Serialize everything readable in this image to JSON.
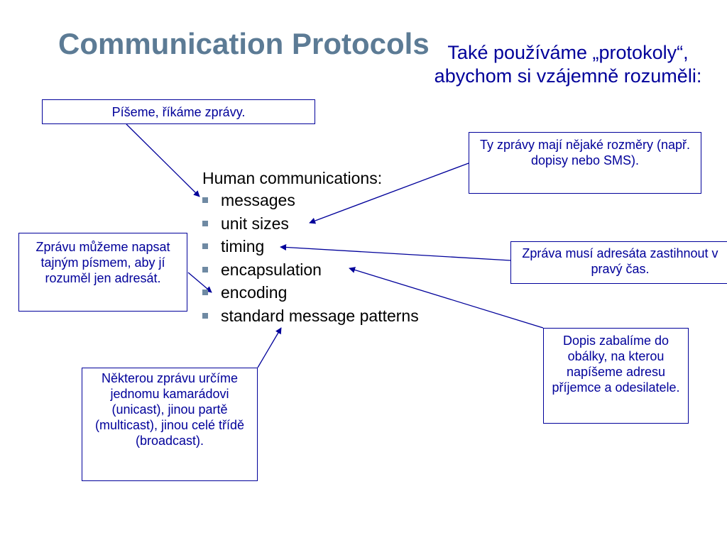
{
  "slide": {
    "title": "Communication Protocols",
    "subtitle": "Také používáme „protokoly“, abychom si vzájemně rozuměli:"
  },
  "main_list": {
    "heading": "Human communications:",
    "items": [
      "messages",
      "unit sizes",
      "timing",
      "encapsulation",
      "encoding",
      "standard message patterns"
    ]
  },
  "callouts": {
    "write_say": "Píšeme, říkáme zprávy.",
    "sizes": "Ty zprávy mají nějaké rozměry (např. dopisy nebo SMS).",
    "secret": "Zprávu můžeme napsat tajným písmem, aby jí rozuměl jen adresát.",
    "timing": "Zpráva musí adresáta zastihnout v pravý čas.",
    "envelope": "Dopis zabalíme do obálky, na kterou napíšeme adresu příjemce a odesilatele.",
    "patterns": "Některou zprávu určíme jednomu kamarádovi (unicast), jinou partě (multicast), jinou celé třídě (broadcast)."
  },
  "colors": {
    "title": "#5c7b95",
    "accent": "#00009a",
    "bullet": "#6f8aa3"
  }
}
